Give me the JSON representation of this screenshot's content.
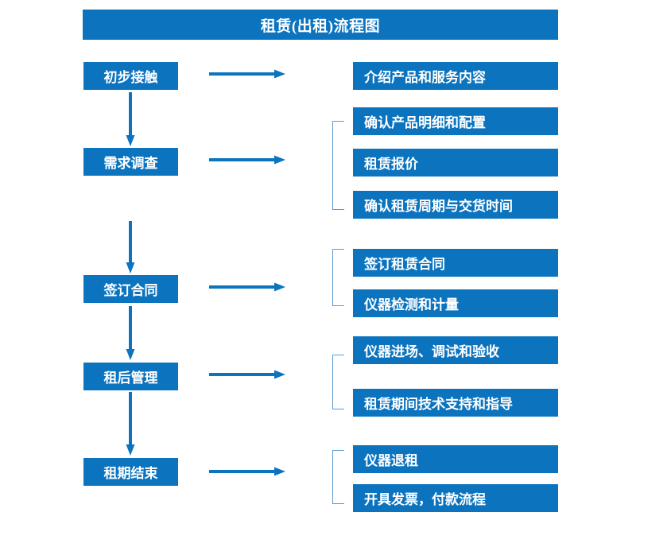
{
  "title": "租赁(出租)流程图",
  "colors": {
    "box_fill": "#0C74BF",
    "box_text": "#FFFFFF",
    "arrow": "#0C74BF",
    "bracket": "#5B9BD5",
    "background": "#FFFFFF"
  },
  "stages": [
    {
      "id": "stage-1",
      "label": "初步接触",
      "tasks": [
        "介绍产品和服务内容"
      ],
      "has_bracket": false
    },
    {
      "id": "stage-2",
      "label": "需求调查",
      "tasks": [
        "确认产品明细和配置",
        "租赁报价",
        "确认租赁周期与交货时间"
      ],
      "has_bracket": true
    },
    {
      "id": "stage-3",
      "label": "签订合同",
      "tasks": [
        "签订租赁合同",
        "仪器检测和计量"
      ],
      "has_bracket": true
    },
    {
      "id": "stage-4",
      "label": "租后管理",
      "tasks": [
        "仪器进场、调试和验收",
        "租赁期间技术支持和指导"
      ],
      "has_bracket": true
    },
    {
      "id": "stage-5",
      "label": "租期结束",
      "tasks": [
        "仪器退租",
        "开具发票，付款流程"
      ],
      "has_bracket": true
    }
  ],
  "connectors": {
    "horizontal_arrow_icon": "right-arrow-icon",
    "vertical_arrow_icon": "down-arrow-icon",
    "bracket_icon": "bracket-icon"
  }
}
